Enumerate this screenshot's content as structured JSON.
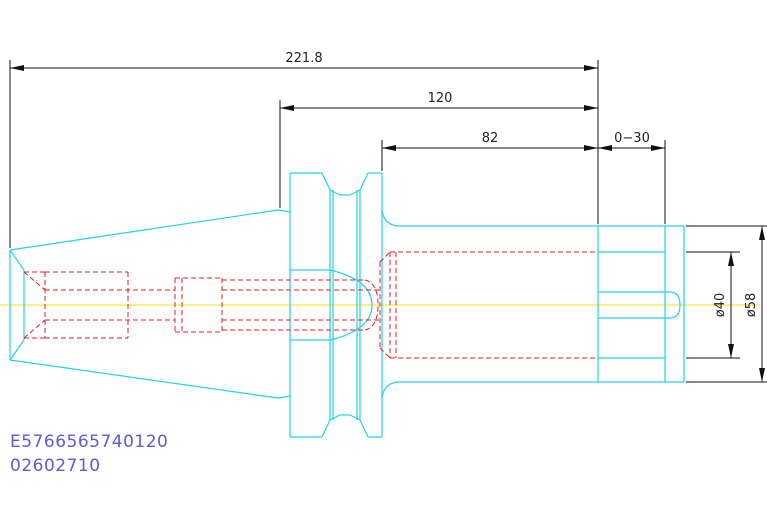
{
  "dimensions": {
    "overall_length": "221.8",
    "shank_length": "120",
    "bore_depth": "82",
    "extension_range": "0−30",
    "diameter_inner": "ø40",
    "diameter_outer": "ø58"
  },
  "part_codes": {
    "line1": "E5766565740120",
    "line2": "02602710"
  },
  "colors": {
    "outline": "#22d3e6",
    "hidden": "#e02020",
    "centerline": "#f5e600",
    "dimension": "#111111",
    "text": "#5b5bdc"
  }
}
